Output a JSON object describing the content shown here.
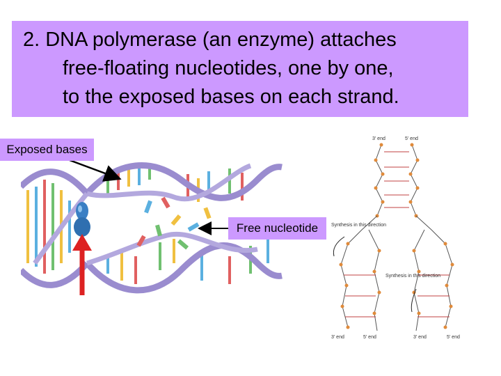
{
  "title": {
    "line1": "2. DNA polymerase (an enzyme) attaches",
    "line2": "free-floating nucleotides, one by one,",
    "line3": "to the exposed bases on each strand."
  },
  "labels": {
    "exposed_bases": "Exposed bases",
    "free_nucleotide": "Free nucleotide"
  },
  "diagram": {
    "top_left_end": "3' end",
    "top_right_end": "5' end",
    "synthesis_left": "Synthesis in this direction",
    "synthesis_right": "Synthesis in this direction",
    "bottom_ends": [
      "3' end",
      "5' end",
      "3' end",
      "5' end"
    ]
  },
  "colors": {
    "title_bg": "#cc99ff",
    "enzyme": "#3a7fc4",
    "arrow_red": "#dd2222",
    "helix_backbone": "#9a8ccf"
  }
}
